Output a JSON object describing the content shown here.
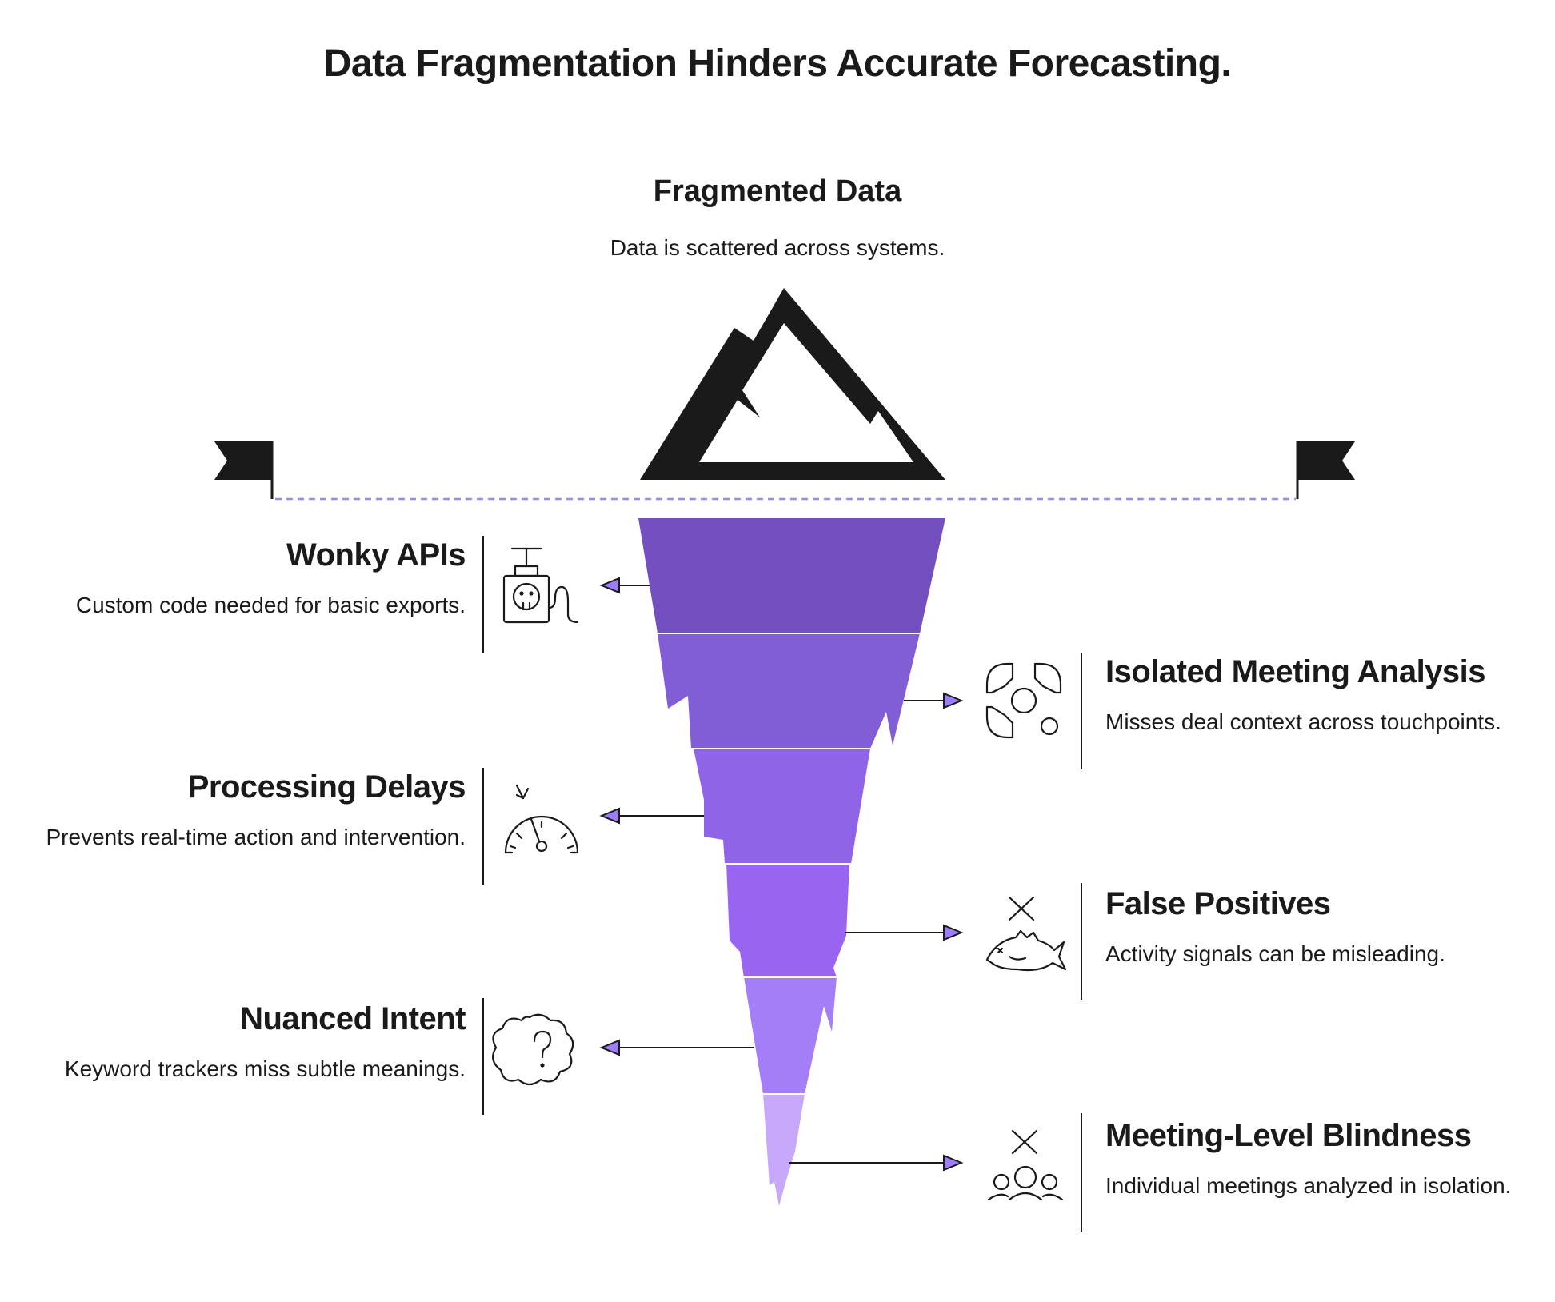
{
  "title": "Data Fragmentation Hinders Accurate Forecasting.",
  "top": {
    "title": "Fragmented Data",
    "description": "Data is scattered across systems."
  },
  "colors": {
    "ink": "#1a1a1a",
    "waterline": "#9d8cf0",
    "layers": [
      "#744fc0",
      "#825ed6",
      "#8f64e6",
      "#9864f0",
      "#a47ef7",
      "#c7a8fb"
    ]
  },
  "items": [
    {
      "title": "Wonky APIs",
      "description": "Custom code needed for basic exports.",
      "icon": "plug-icon"
    },
    {
      "title": "Isolated Meeting Analysis",
      "description": "Misses deal context across touchpoints.",
      "icon": "focus-icon"
    },
    {
      "title": "Processing Delays",
      "description": "Prevents real-time action and intervention.",
      "icon": "speedometer-icon"
    },
    {
      "title": "False Positives",
      "description": "Activity signals can be misleading.",
      "icon": "dead-fish-icon"
    },
    {
      "title": "Nuanced Intent",
      "description": "Keyword trackers miss subtle meanings.",
      "icon": "question-cloud-icon"
    },
    {
      "title": "Meeting-Level Blindness",
      "description": "Individual meetings analyzed in isolation.",
      "icon": "group-x-icon"
    }
  ]
}
